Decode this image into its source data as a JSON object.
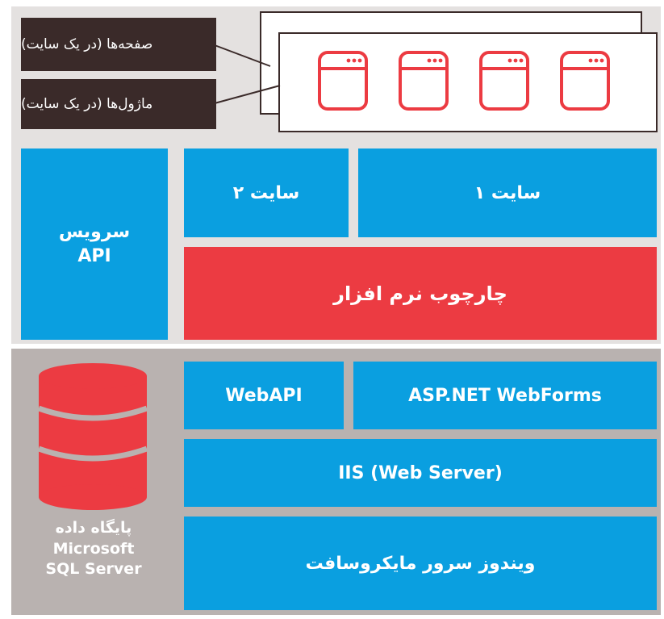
{
  "top_section": {
    "labels": {
      "pages": "صفحه‌ها (در یک سایت)",
      "modules": "ماژول‌ها (در یک سایت)"
    },
    "module_icon_count": 4,
    "icon_name": "browser-window-icon"
  },
  "middle_section": {
    "api_service_line1": "سرویس",
    "api_service_line2": "API",
    "site2": "سایت ۲",
    "site1": "سایت ۱",
    "framework": "چارچوب نرم افزار"
  },
  "bottom_section": {
    "webapi": "WebAPI",
    "aspnet": "ASP.NET WebForms",
    "iis": "IIS (Web Server)",
    "windows": "ویندوز سرور مایکروسافت",
    "database_line1": "پایگاه داده",
    "database_line2": "Microsoft",
    "database_line3": "SQL Server",
    "database_icon": "database-icon"
  },
  "colors": {
    "blue": "#0a9fe0",
    "red": "#ec3b42",
    "dark": "#3a2a29",
    "light_gray": "#e4e1e0",
    "mid_gray": "#b9b2b0"
  }
}
